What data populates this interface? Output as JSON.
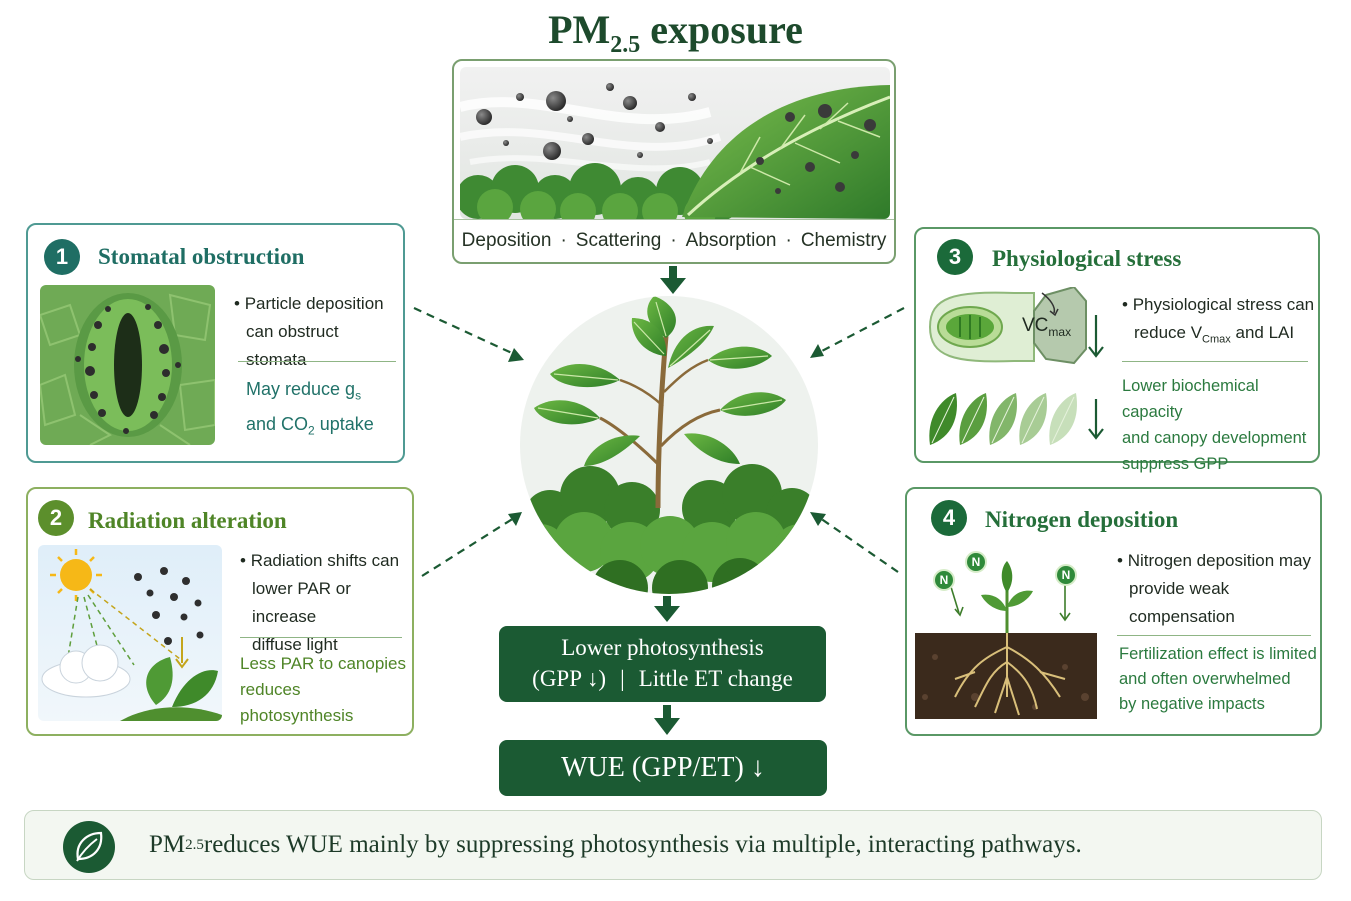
{
  "title": {
    "main": "PM",
    "sub": "2.5",
    "rest": " exposure"
  },
  "exposure_modes": [
    "Deposition",
    "Scattering",
    "Absorption",
    "Chemistry"
  ],
  "separator": "·",
  "panels": [
    {
      "number": "1",
      "title": "Stomatal obstruction",
      "bullet": [
        "Particle deposition",
        "can obstruct stomata"
      ],
      "effect": {
        "line1_a": "May reduce g",
        "line1_sub": "s",
        "line2_a": "and CO",
        "line2_sub": "2",
        "line2_b": " uptake"
      }
    },
    {
      "number": "2",
      "title": "Radiation alteration",
      "bullet": [
        "Radiation shifts can",
        "lower PAR or increase",
        "diffuse light"
      ],
      "effect": [
        "Less PAR to canopies",
        "reduces photosynthesis"
      ]
    },
    {
      "number": "3",
      "title": "Physiological stress",
      "badge": {
        "main": "VC",
        "sub": "max"
      },
      "bullet": {
        "line1": "Physiological stress can",
        "line2_a": "reduce V",
        "line2_sub": "Cmax",
        "line2_b": " and LAI"
      },
      "effect": [
        "Lower biochemical capacity",
        "and canopy development",
        "suppress GPP"
      ]
    },
    {
      "number": "4",
      "title": "Nitrogen deposition",
      "n_label": "N",
      "bullet": [
        "Nitrogen deposition may",
        "provide weak",
        "compensation"
      ],
      "effect": [
        "Fertilization effect is limited",
        "and often overwhelmed",
        "by negative impacts"
      ]
    }
  ],
  "lower_box": {
    "line1": "Lower photosynthesis",
    "line2_a": "(GPP ↓)",
    "line2_sep": "|",
    "line2_b": "Little ET change"
  },
  "wue_box": "WUE (GPP/ET) ↓",
  "conclusion": {
    "a": "PM",
    "sub": "2.5",
    "b": " reduces WUE mainly by suppressing photosynthesis via multiple, interacting pathways."
  },
  "colors": {
    "dark_green": "#1b5a33",
    "teal": "#1f6e64",
    "olive": "#5c8f2c",
    "text_green": "#2b7a3f",
    "teal_text": "#217269"
  },
  "icons": [
    "leaf-icon",
    "sun-icon",
    "cloud-icon",
    "chloroplast-icon",
    "arrow-down-icon"
  ]
}
